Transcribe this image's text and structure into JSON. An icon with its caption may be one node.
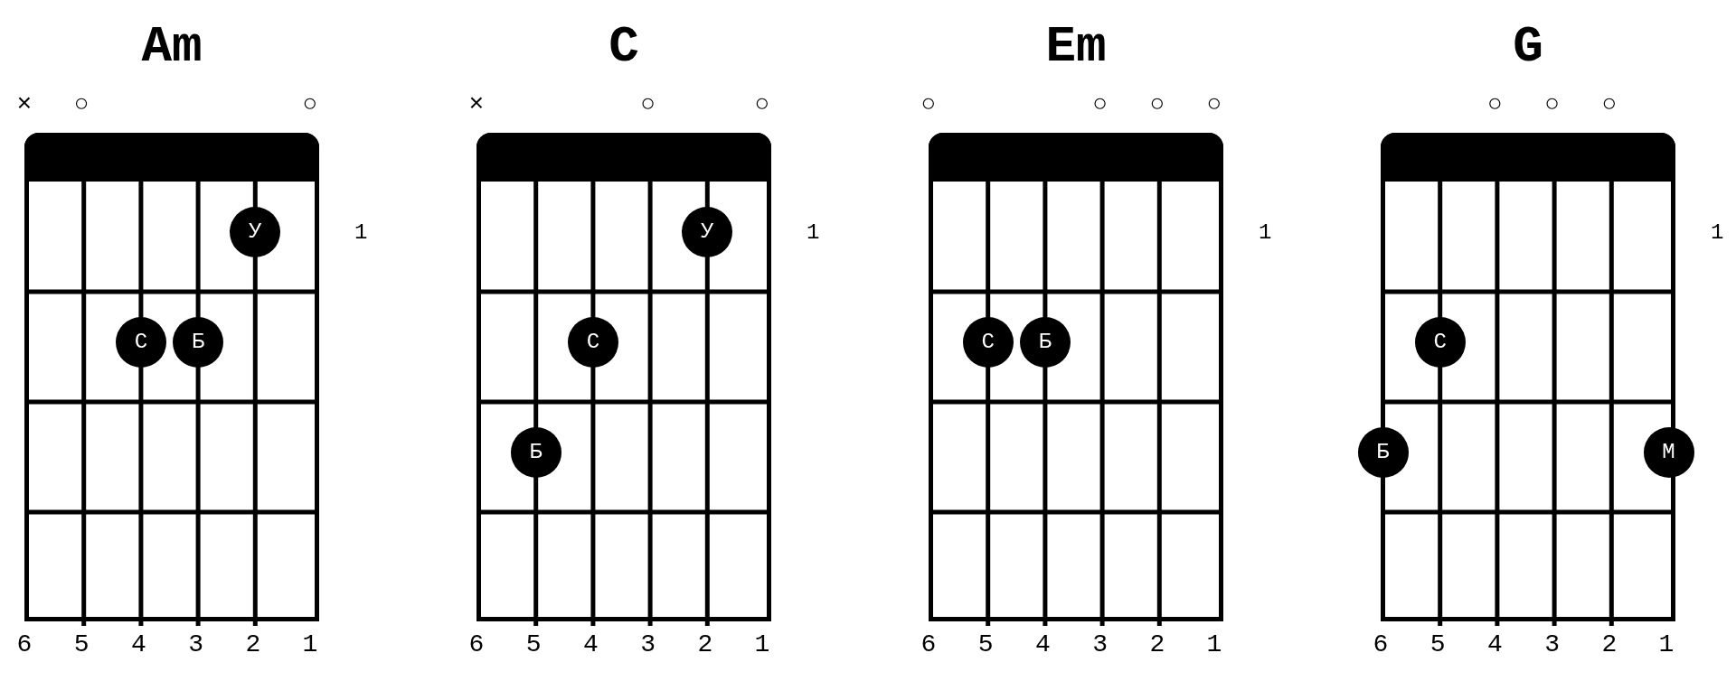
{
  "diagram": {
    "nodes": [
      {
        "text": [
          "Am"
        ],
        "beside": [
          "1"
        ]
      },
      {
        "text": [
          "У"
        ],
        "in": 0
      },
      {
        "text": [
          "С"
        ],
        "in": 0
      },
      {
        "text": [
          "Б"
        ],
        "in": 0
      },
      {
        "text": [
          "C"
        ],
        "beside": [
          "1"
        ]
      },
      {
        "text": [
          "У"
        ],
        "in": 4
      },
      {
        "text": [
          "С"
        ],
        "in": 4
      },
      {
        "text": [
          "Б"
        ],
        "in": 4
      },
      {
        "text": [
          "Em"
        ],
        "beside": [
          "1"
        ]
      },
      {
        "text": [
          "С"
        ],
        "in": 8
      },
      {
        "text": [
          "Б"
        ],
        "in": 8
      },
      {
        "text": [
          "G"
        ],
        "beside": [
          "1"
        ]
      },
      {
        "text": [
          "С"
        ],
        "in": 11
      },
      {
        "text": [
          "Б"
        ],
        "in": 11
      },
      {
        "text": [
          "М"
        ],
        "in": 11
      }
    ],
    "labels": [
      "×",
      "○",
      "○",
      "×",
      "○",
      "○",
      "○",
      "○",
      "○",
      "○",
      "○",
      "○",
      "○",
      "6",
      "5",
      "4",
      "3",
      "2",
      "1",
      "6",
      "5",
      "4",
      "3",
      "2",
      "1",
      "6",
      "5",
      "4",
      "3",
      "2",
      "1",
      "6",
      "5",
      "4",
      "3",
      "2",
      "1"
    ]
  }
}
